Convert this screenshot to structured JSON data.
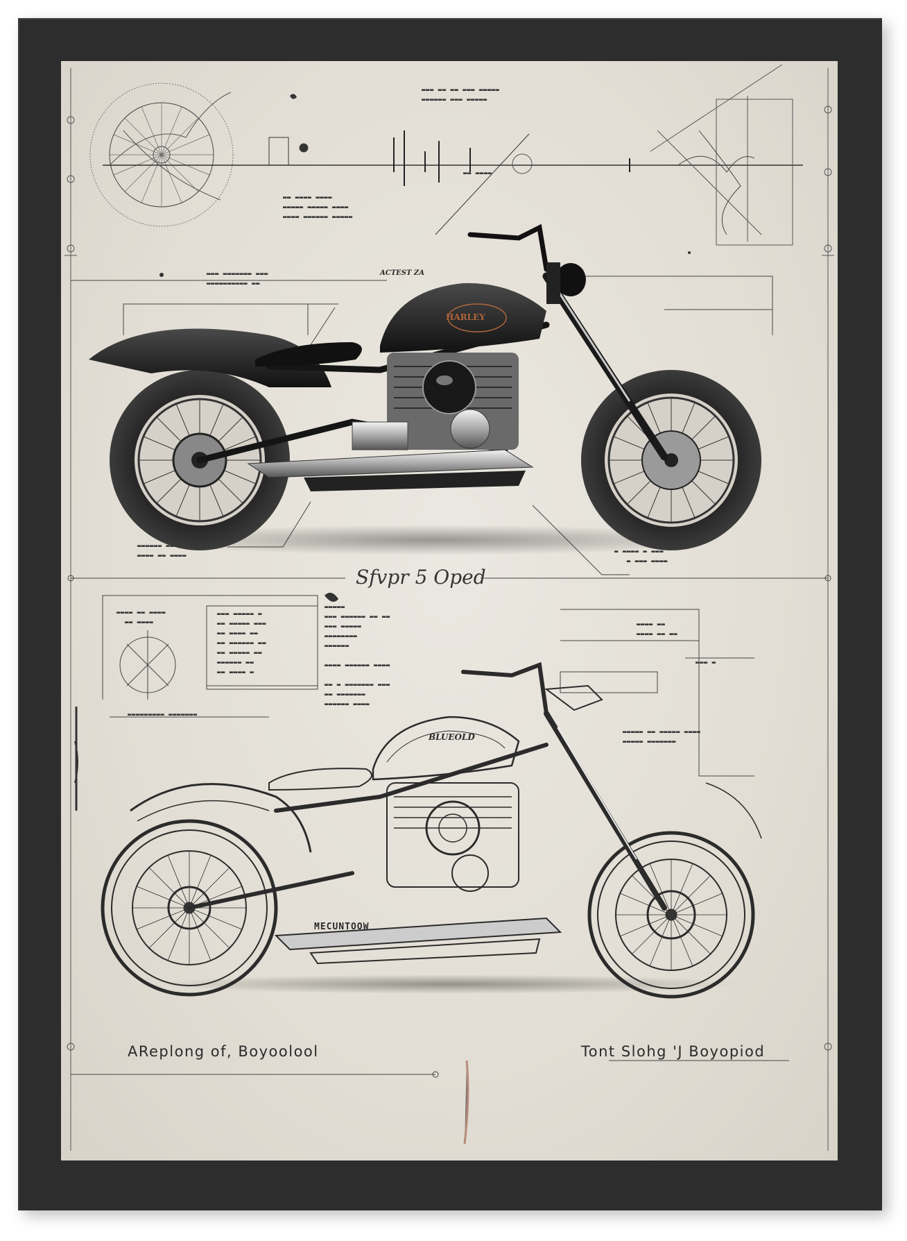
{
  "poster": {
    "center_title": "Sfvpr 5 Oped",
    "bottom_left": "AReplong of, Boyoolool",
    "bottom_right": "Tont Slohg  'J Boyopiod",
    "top_motor_label": "ACTEST ZA",
    "upper_tank_logo": "HARLEY",
    "lower_tank_logo": "BLUEOLD",
    "lower_stamp": "MECUNTOOW"
  },
  "colors": {
    "frame": "#2d2d2d",
    "paper": "#e4e0d8",
    "ink": "#2a2a2a",
    "accent": "#b0653d"
  },
  "icons": {
    "upper_bike": "motorcycle-photo-icon",
    "lower_bike": "motorcycle-sketch-icon",
    "wheel_diagram": "wheel-diagram-icon",
    "bird_sketch": "bird-sketch-icon"
  }
}
